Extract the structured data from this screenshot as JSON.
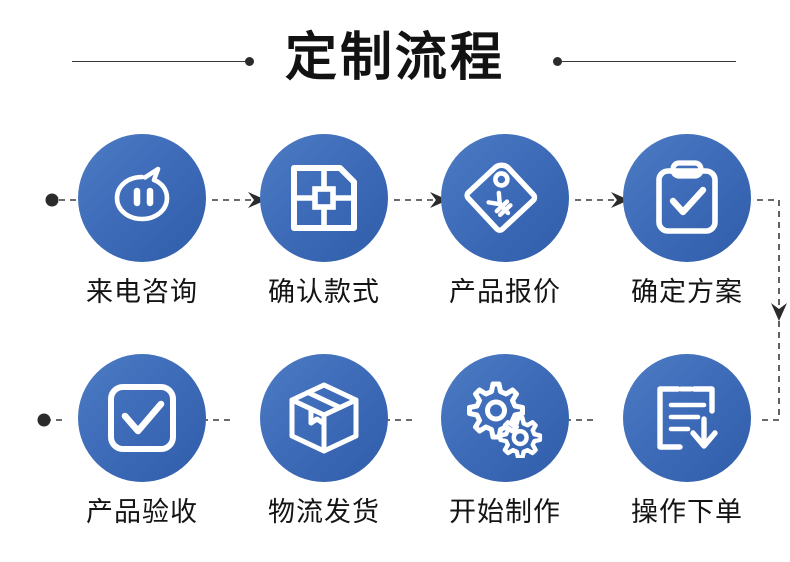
{
  "page": {
    "title": "定制流程",
    "background_color": "#ffffff",
    "accent_color": "#3f6dba",
    "accent_color_light": "#4d7cc3",
    "accent_color_dark": "#2f5da9",
    "label_color": "#141414",
    "connector_color": "#3a3a3a",
    "icon_color": "#ffffff"
  },
  "header": {
    "heading": "定制流程",
    "rule_left": "decorative-line",
    "rule_right": "decorative-line",
    "dot_left": "decorative-dot",
    "dot_right": "decorative-dot"
  },
  "flow": {
    "row1_direction": "left-to-right",
    "row2_direction": "right-to-left",
    "steps": [
      {
        "index": 1,
        "label": "来电咨询",
        "icon": "speech-bubble-icon",
        "row": 1,
        "col": 1
      },
      {
        "index": 2,
        "label": "确认款式",
        "icon": "blueprint-design-icon",
        "row": 1,
        "col": 2
      },
      {
        "index": 3,
        "label": "产品报价",
        "icon": "price-tag-yuan-icon",
        "row": 1,
        "col": 3
      },
      {
        "index": 4,
        "label": "确定方案",
        "icon": "clipboard-check-icon",
        "row": 1,
        "col": 4
      },
      {
        "index": 5,
        "label": "操作下单",
        "icon": "order-download-icon",
        "row": 2,
        "col": 4
      },
      {
        "index": 6,
        "label": "开始制作",
        "icon": "gears-icon",
        "row": 2,
        "col": 3
      },
      {
        "index": 7,
        "label": "物流发货",
        "icon": "shipping-box-icon",
        "row": 2,
        "col": 2
      },
      {
        "index": 8,
        "label": "产品验收",
        "icon": "checkbox-check-icon",
        "row": 2,
        "col": 1
      }
    ],
    "connectors": [
      {
        "name": "start-dot-row1",
        "type": "dot"
      },
      {
        "name": "arrow-1-to-2",
        "type": "dashed-arrow-right"
      },
      {
        "name": "arrow-2-to-3",
        "type": "dashed-arrow-right"
      },
      {
        "name": "arrow-3-to-4",
        "type": "dashed-arrow-right"
      },
      {
        "name": "arrow-4-to-5-wrap",
        "type": "dashed-arrow-down"
      },
      {
        "name": "arrow-5-to-6",
        "type": "dashed-arrow-left"
      },
      {
        "name": "arrow-6-to-7",
        "type": "dashed-arrow-left"
      },
      {
        "name": "arrow-7-to-8",
        "type": "dashed-arrow-left"
      },
      {
        "name": "end-dot-row2",
        "type": "dot"
      }
    ]
  }
}
